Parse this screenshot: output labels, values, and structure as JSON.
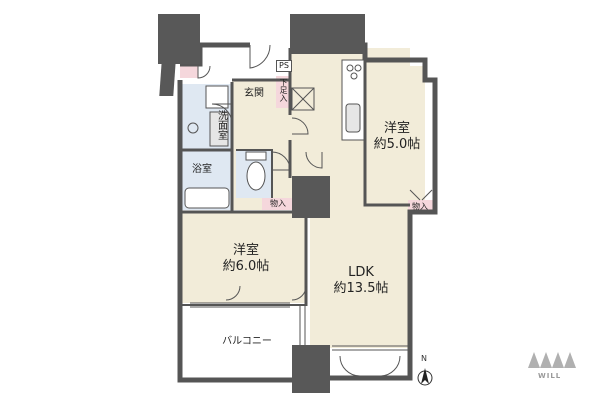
{
  "rooms": {
    "western_room_1": {
      "name": "洋室",
      "size": "約5.0帖"
    },
    "western_room_2": {
      "name": "洋室",
      "size": "約6.0帖"
    },
    "ldk": {
      "name": "LDK",
      "size": "約13.5帖"
    },
    "entrance": "玄関",
    "washroom": "洗面室",
    "bathroom": "浴室",
    "balcony": "バルコニー",
    "storage_1": "物入",
    "storage_2": "物入",
    "shoe_box": "下足入",
    "ps": "PS"
  },
  "compass": {
    "label": "N"
  },
  "logo": {
    "text": "WILL"
  },
  "colors": {
    "floor": "#f2ecd9",
    "wet_area": "#dfe8f2",
    "pillar": "#585858",
    "wall": "#555555",
    "storage_pink": "#f5d7dc",
    "balcony": "#ffffff"
  }
}
